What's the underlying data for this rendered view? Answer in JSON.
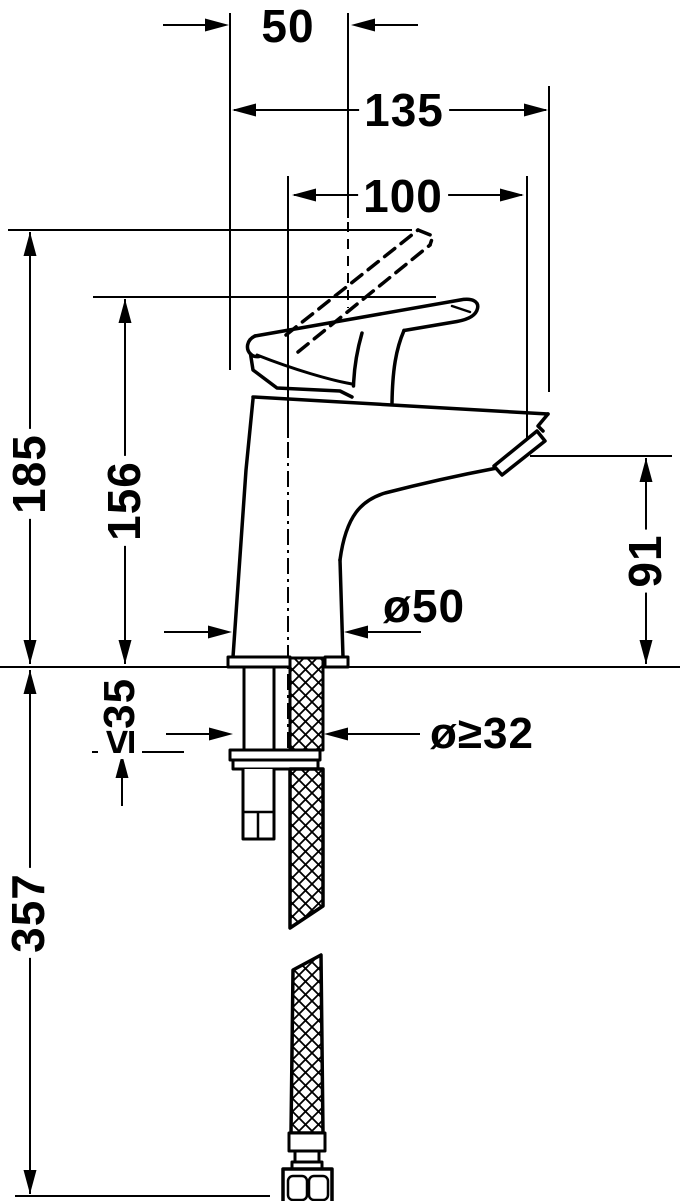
{
  "drawing": {
    "subject": "single-lever basin mixer faucet side view with flexible supply hose",
    "unit": "mm",
    "colors": {
      "line": "#000000",
      "background": "#ffffff"
    },
    "dimensions": {
      "handle_overhang_width": "50",
      "total_width": "135",
      "spout_reach": "100",
      "height_handle_open": "185",
      "height_handle_closed": "156",
      "spout_outlet_height": "91",
      "base_diameter": "ø50",
      "max_deck_thickness": "≤35",
      "min_hole_diameter": "ø≥32",
      "hose_length_below_deck": "357"
    }
  }
}
